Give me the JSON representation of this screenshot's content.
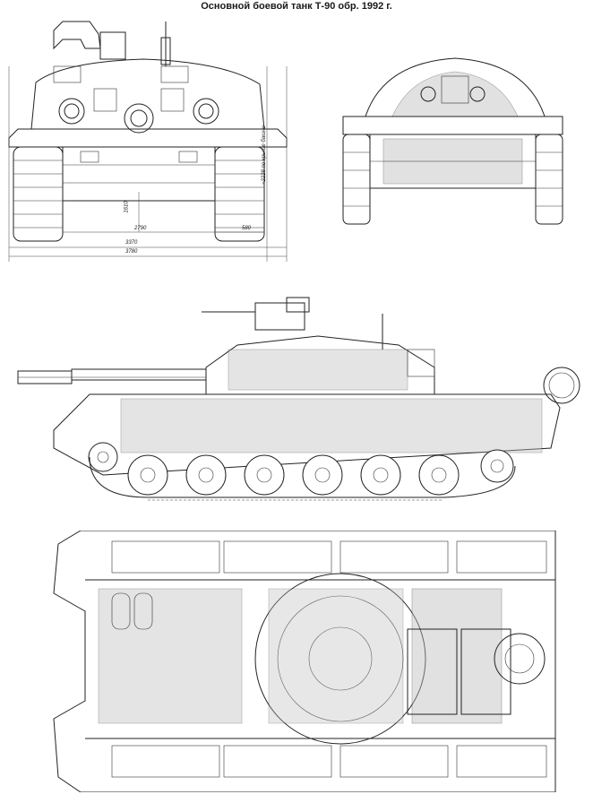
{
  "title": "Основной боевой танк Т-90 обр. 1992 г.",
  "dimensions": {
    "d1": "2790",
    "d2": "580",
    "d3": "3370",
    "d4": "3780",
    "d5": "1610",
    "d6": "≈2228 по крыше башни"
  }
}
